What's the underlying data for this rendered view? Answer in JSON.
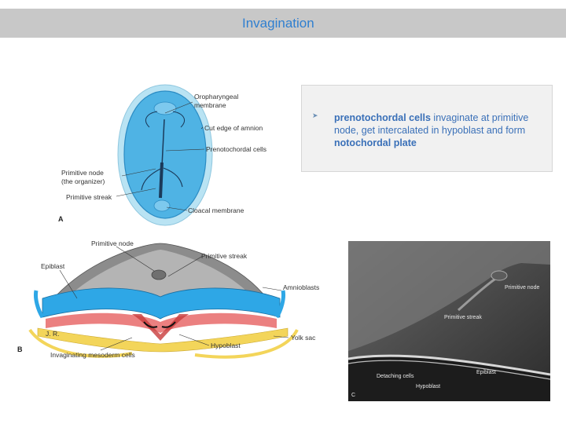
{
  "header": {
    "title": "Invagination"
  },
  "note": {
    "bullet_icon": "arrow-bullet-icon",
    "term1": "prenotochordal cells",
    "text1": " invaginate at primitive node, get intercalated in hypoblast and form ",
    "term2": "notochordal plate"
  },
  "figure_a": {
    "letter": "A",
    "labels": {
      "oropharyngeal": "Oropharyngeal",
      "membrane": "membrane",
      "cut_edge": "Cut edge of amnion",
      "prenotochordal": "Prenotochordal cells",
      "primitive_node": "Primitive node",
      "organizer": "(the organizer)",
      "primitive_streak": "Primitive streak",
      "cloacal": "Cloacal membrane"
    }
  },
  "figure_b": {
    "letter": "B",
    "labels": {
      "primitive_node": "Primitive node",
      "primitive_streak": "Primitive streak",
      "epiblast": "Epiblast",
      "amnioblasts": "Amnioblasts",
      "yolk_sac": "Yolk sac",
      "hypoblast": "Hypoblast",
      "invaginating": "Invaginating mesoderm cells",
      "signature": "J. R."
    }
  },
  "figure_c": {
    "letter": "C",
    "labels": {
      "primitive_node": "Primitive node",
      "primitive_streak": "Primitive streak",
      "epiblast": "Epiblast",
      "detaching": "Detaching cells",
      "hypoblast": "Hypoblast"
    }
  }
}
